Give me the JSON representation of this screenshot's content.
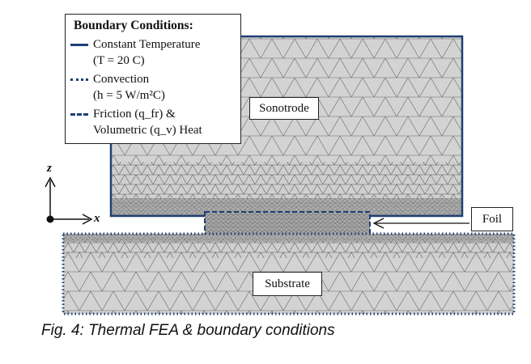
{
  "legend": {
    "title": "Boundary Conditions:",
    "items": [
      {
        "style": "solid",
        "line1": "Constant Temperature",
        "line2": "(T = 20 C)"
      },
      {
        "style": "dotted",
        "line1": "Convection",
        "line2": "(h = 5 W/m²C)"
      },
      {
        "style": "dashed",
        "line1": "Friction (q_fr) &",
        "line2": "Volumetric (q_v) Heat"
      }
    ]
  },
  "labels": {
    "sonotrode": "Sonotrode",
    "substrate": "Substrate",
    "foil": "Foil"
  },
  "axes": {
    "z": "z",
    "x": "x"
  },
  "caption": "Fig. 4: Thermal FEA & boundary conditions",
  "colors": {
    "mesh_fill": "#d3d3d3",
    "mesh_line": "#555555",
    "boundary": "#1f3f73"
  }
}
